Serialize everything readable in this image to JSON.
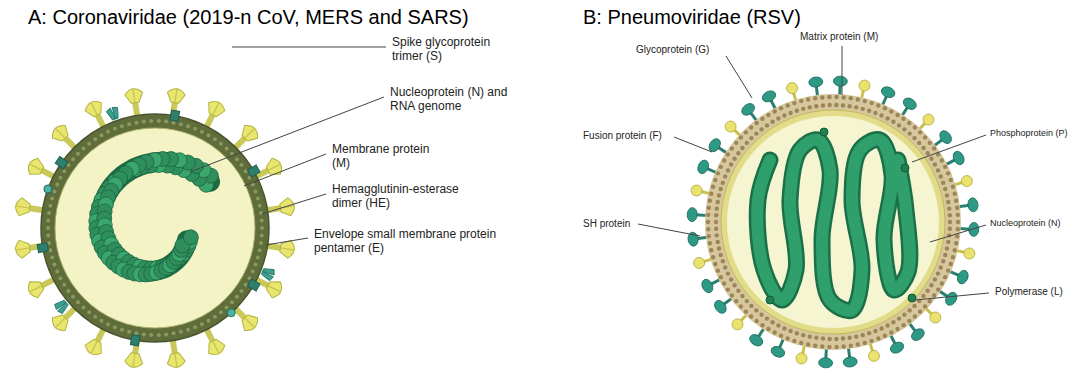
{
  "diagram": {
    "labels": [
      "A: Coronaviridae (2019-n CoV, MERS and SARS)",
      "Spike glycoprotein trimer (S)",
      "Nucleoprotein (N) and RNA genome",
      "Membrane protein (M)",
      "Hemagglutinin-esterase dimer (HE)",
      "Envelope small membrane protein pentamer (E)",
      "B: Pneumoviridae (RSV)",
      "Glycoprotein (G)",
      "Matrix protein (M)",
      "Fusion protein (F)",
      "Phosphoprotein (P)",
      "SH protein",
      "Nucleoprotein (N)",
      "Polymerase (L)"
    ]
  }
}
